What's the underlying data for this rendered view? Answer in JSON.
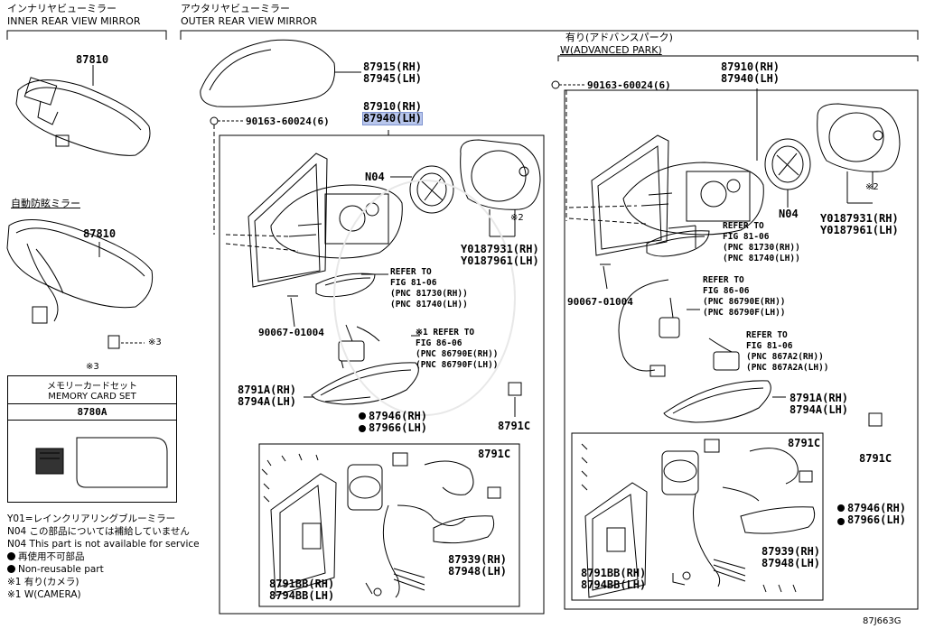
{
  "sections": {
    "inner": {
      "jp": "インナリヤビューミラー",
      "en": "INNER REAR VIEW MIRROR"
    },
    "outer": {
      "jp": "アウタリヤビューミラー",
      "en": "OUTER REAR VIEW MIRROR"
    },
    "auto_dimming": "自動防眩ミラー",
    "advanced_park": {
      "jp": "有り(アドバンスパーク)",
      "en": "W(ADVANCED PARK)"
    }
  },
  "inner_parts": {
    "mirror_1": "87810",
    "mirror_2": "87810",
    "ref_mark": "※3"
  },
  "memory_card": {
    "ref": "※3",
    "jp": "メモリーカードセット",
    "en": "MEMORY CARD SET",
    "part": "8780A"
  },
  "left_assembly": {
    "cover": [
      "87915(RH)",
      "87945(LH)"
    ],
    "screw": "90163-60024(6)",
    "mirror_assy": [
      "87910(RH)",
      "87940(LH)"
    ],
    "motor": "N04",
    "glass_ref": "※2",
    "glass": [
      "Y0187931(RH)",
      "Y0187961(LH)"
    ],
    "lamp_ref": [
      "REFER TO",
      "FIG 81-06",
      "(PNC 81730(RH))",
      "(PNC 81740(LH))"
    ],
    "bolt": "90067-01004",
    "camera_ref": [
      "※1 REFER TO",
      "FIG 86-06",
      "(PNC 86790E(RH))",
      "(PNC 86790F(LH))"
    ],
    "garnish": [
      "8791A(RH)",
      "8794A(LH)"
    ],
    "clip_set": [
      "87946(RH)",
      "87966(LH)"
    ],
    "pad": "8791C",
    "sub_pad": "8791C",
    "lower_cover": [
      "87939(RH)",
      "87948(LH)"
    ],
    "harness": [
      "8791BB(RH)",
      "8794BB(LH)"
    ]
  },
  "right_assembly": {
    "screw": "90163-60024(6)",
    "mirror_assy": [
      "87910(RH)",
      "87940(LH)"
    ],
    "motor": "N04",
    "glass_ref": "※2",
    "glass": [
      "Y0187931(RH)",
      "Y0187961(LH)"
    ],
    "lamp_ref": [
      "REFER TO",
      "FIG 81-06",
      "(PNC 81730(RH))",
      "(PNC 81740(LH))"
    ],
    "bolt": "90067-01004",
    "camera_ref": [
      "REFER TO",
      "FIG 86-06",
      "(PNC 86790E(RH))",
      "(PNC 86790F(LH))"
    ],
    "sensor_ref": [
      "REFER TO",
      "FIG 81-06",
      "(PNC 867A2(RH))",
      "(PNC 867A2A(LH))"
    ],
    "garnish": [
      "8791A(RH)",
      "8794A(LH)"
    ],
    "pad": "8791C",
    "sub_pad": "8791C",
    "clip_set": [
      "87946(RH)",
      "87966(LH)"
    ],
    "lower_cover": [
      "87939(RH)",
      "87948(LH)"
    ],
    "harness": [
      "8791BB(RH)",
      "8794BB(LH)"
    ]
  },
  "legend": [
    "Y01=レインクリアリングブルーミラー",
    "N04 この部品については補給していません",
    "N04 This part is not available for service",
    "再使用不可部品",
    "Non-reusable part",
    "※1 有り(カメラ)",
    "※1 W(CAMERA)"
  ],
  "figure_code": "87J663G"
}
